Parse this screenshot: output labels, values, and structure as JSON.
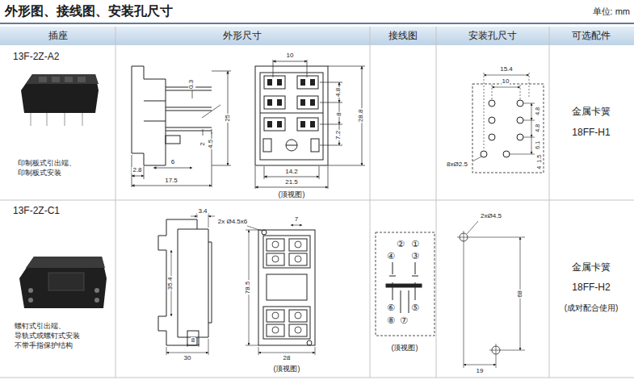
{
  "diagram": {
    "title": "外形图、接线图、安装孔尺寸",
    "labels": [
      "单位: mm",
      "插座",
      "外形尺寸",
      "接线图",
      "安装孔尺寸",
      "可选配件",
      "13F-2Z-A2",
      "印制板式引出端、 印制板式安装",
      "10",
      "0.3",
      "25",
      "2",
      "4.5",
      "2.8",
      "6",
      "17.5",
      "4.8",
      "8",
      "7.2",
      "28.8",
      "14.2",
      "21.5",
      "(顶视图)",
      "15.4",
      "10",
      "4.8",
      "4.8",
      "6.1",
      "1.5",
      "4",
      "8xØ2.5",
      "金属卡簧",
      "18FF-H1",
      "13F-2Z-C1",
      "螺钉式引出端、 导轨式或螺钉式安装 不带手指保护结构",
      "3.4",
      "35.4",
      "30",
      "8",
      "2x Ø4.5x6",
      "7",
      "78.5",
      "28",
      "(顶视图)",
      "②",
      "①",
      "④",
      "③",
      "⑥",
      "⑤",
      "⑧",
      "⑦",
      "(顶视图)",
      "2xØ4.5",
      "68",
      "19",
      "金属卡簧",
      "18FF-H2",
      "(成对配合使用)"
    ]
  }
}
